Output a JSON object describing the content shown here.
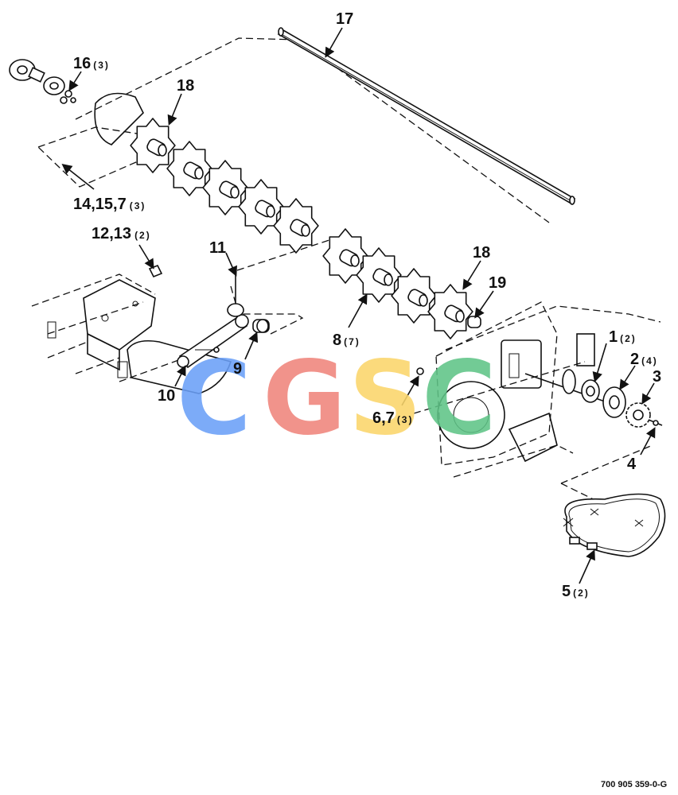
{
  "callouts": {
    "c17": {
      "num": "17",
      "qty": ""
    },
    "c16": {
      "num": "16",
      "qty": "(3)"
    },
    "c18a": {
      "num": "18",
      "qty": ""
    },
    "c14": {
      "num": "14,15,7",
      "qty": "(3)"
    },
    "c12": {
      "num": "12,13",
      "qty": "(2)"
    },
    "c11": {
      "num": "11",
      "qty": ""
    },
    "c18b": {
      "num": "18",
      "qty": ""
    },
    "c19": {
      "num": "19",
      "qty": ""
    },
    "c9": {
      "num": "9",
      "qty": ""
    },
    "c8": {
      "num": "8",
      "qty": "(7)"
    },
    "c1": {
      "num": "1",
      "qty": "(2)"
    },
    "c2": {
      "num": "2",
      "qty": "(4)"
    },
    "c3": {
      "num": "3",
      "qty": ""
    },
    "c10": {
      "num": "10",
      "qty": ""
    },
    "c6": {
      "num": "6,7",
      "qty": "(3)"
    },
    "c4": {
      "num": "4",
      "qty": ""
    },
    "c5": {
      "num": "5",
      "qty": "(2)"
    }
  },
  "watermark": {
    "letters": [
      "C",
      "G",
      "S",
      "C"
    ],
    "colors": [
      "#6aa0f8",
      "#f0857c",
      "#fbd66b",
      "#5fc487"
    ]
  },
  "figure_id": "700 905 359-0-G"
}
